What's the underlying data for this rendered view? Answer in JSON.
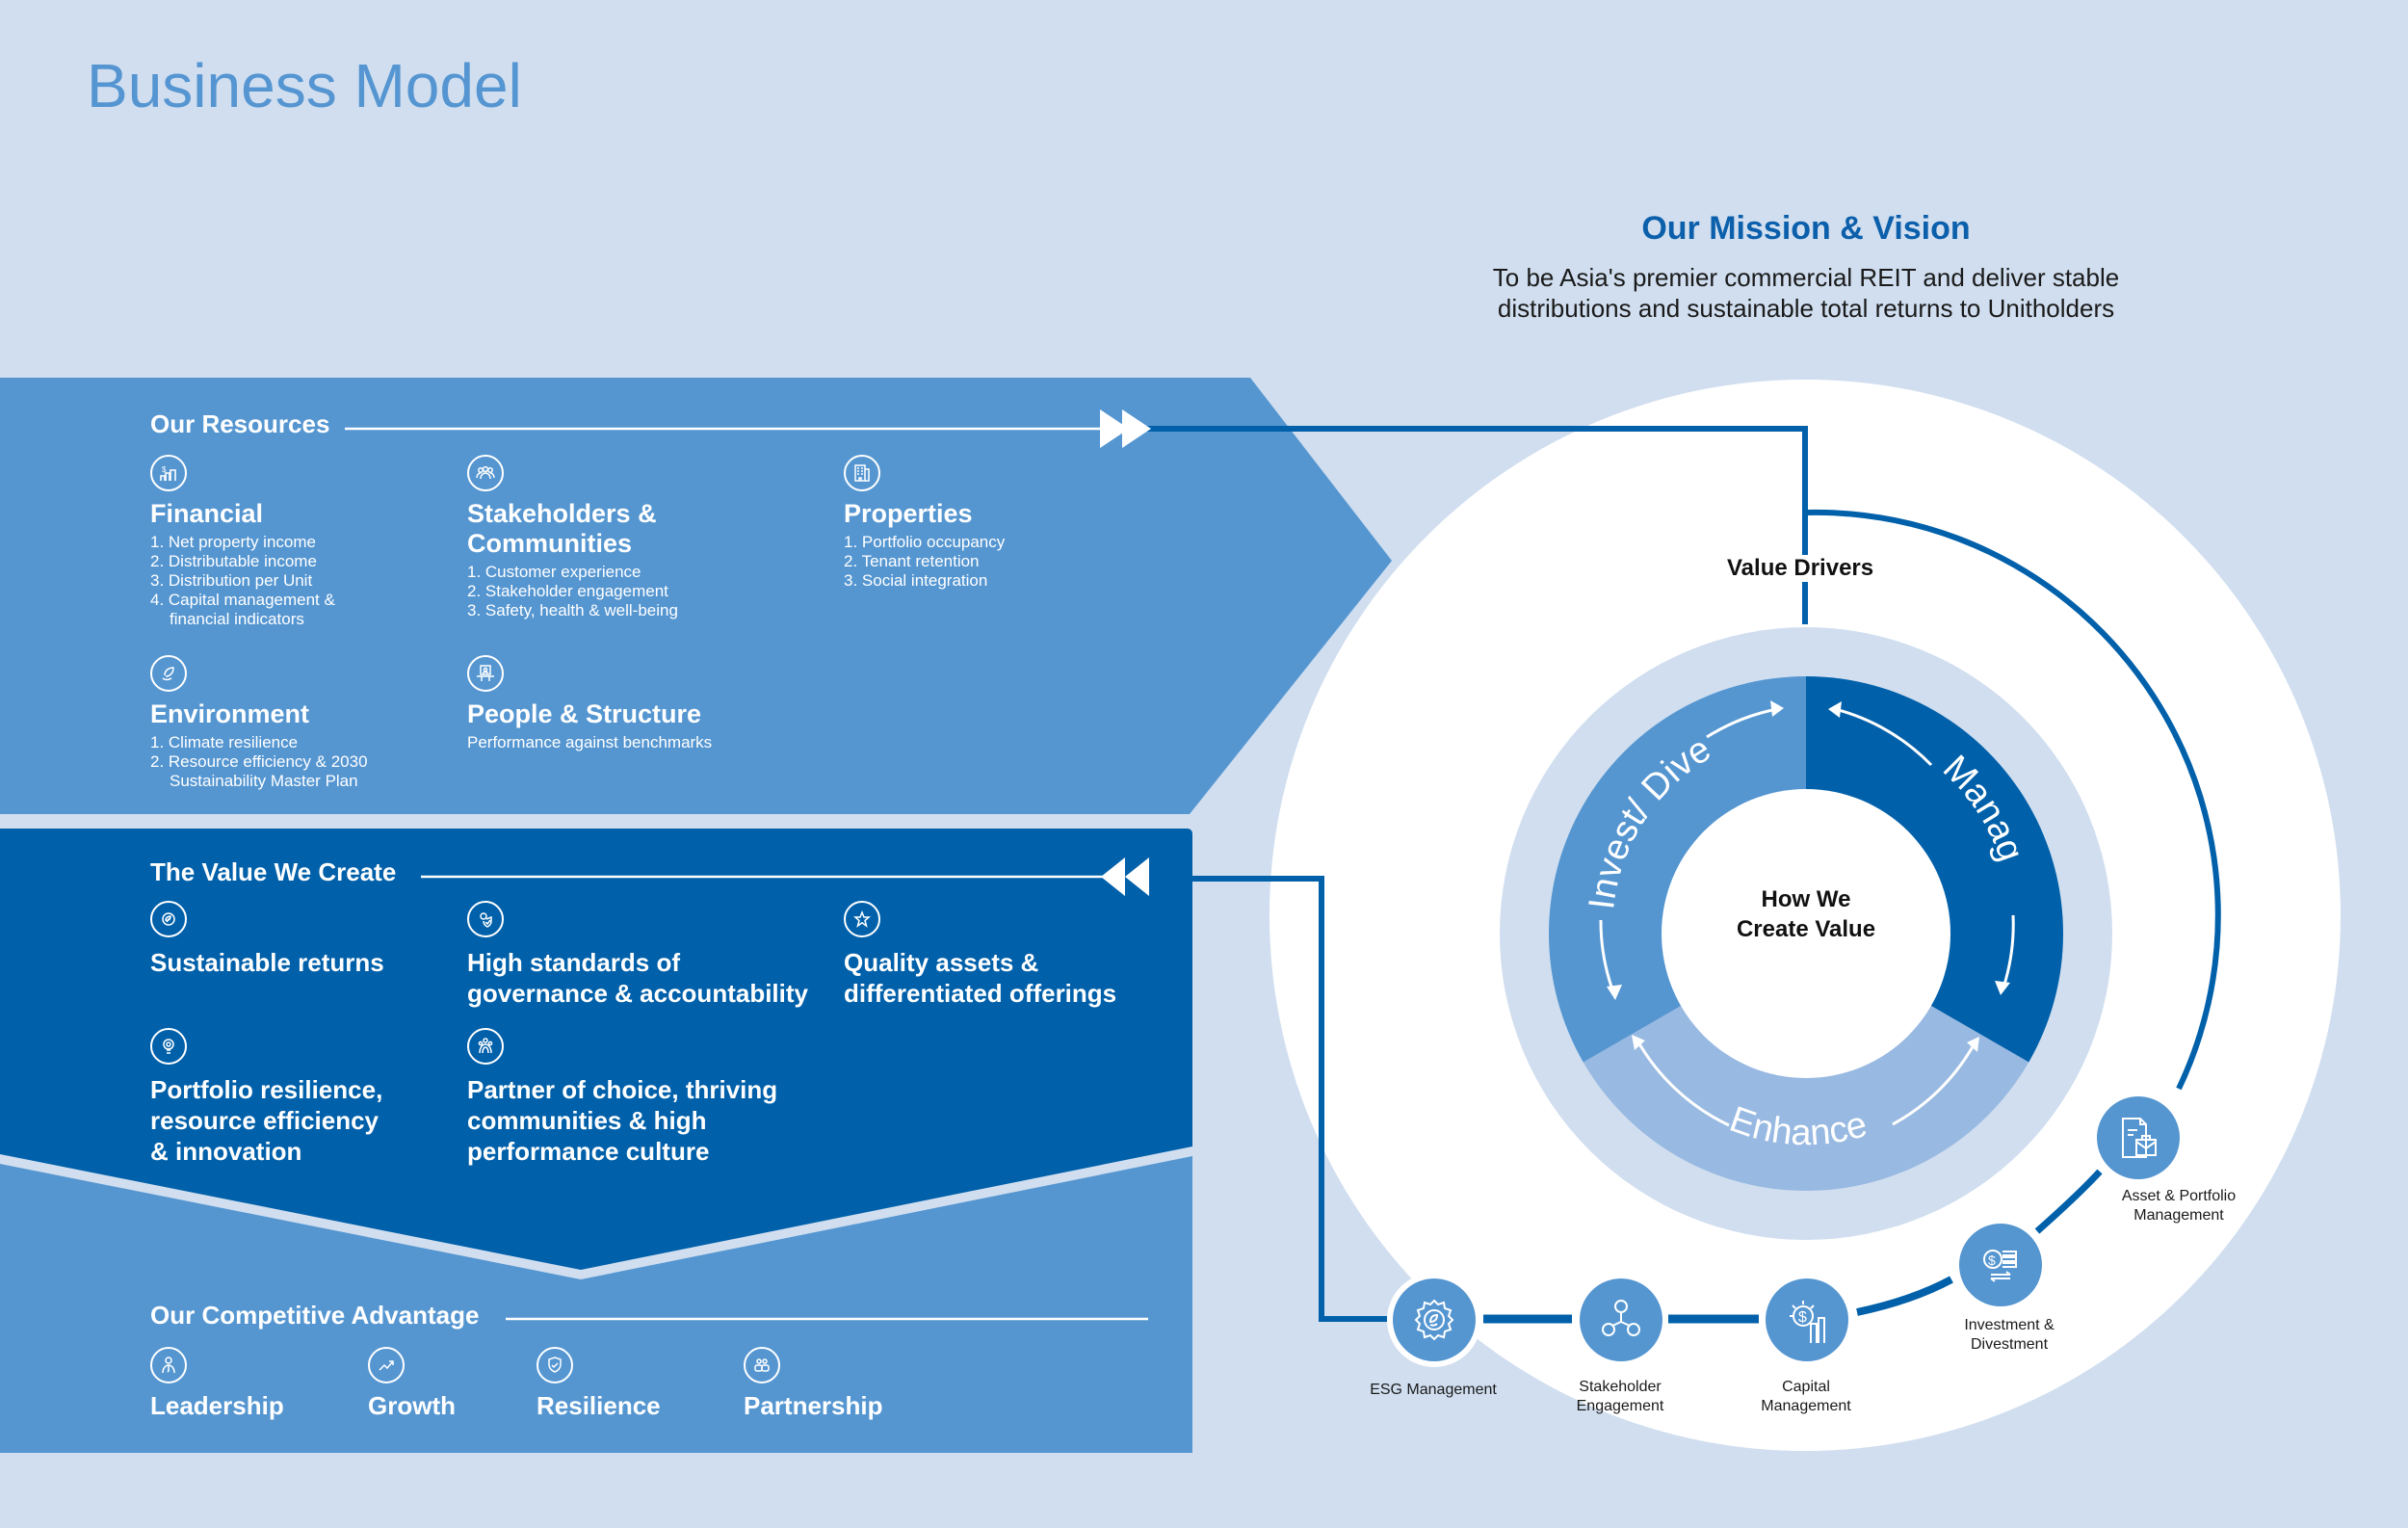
{
  "page": {
    "title": "Business Model"
  },
  "mission": {
    "title": "Our Mission & Vision",
    "text_line1": "To be Asia's premier commercial REIT and deliver stable",
    "text_line2": "distributions and sustainable total returns to Unitholders"
  },
  "colors": {
    "background": "#d0deef",
    "light_blue": "#5596d1",
    "dark_blue": "#0060aa",
    "pale_blue": "#98b9e1",
    "title_blue": "#5595d1"
  },
  "resources": {
    "heading": "Our Resources",
    "items": [
      {
        "icon": "financial-chart-dollar-icon",
        "title": "Financial",
        "list": [
          "1. Net property income",
          "2. Distributable income",
          "3. Distribution per Unit",
          "4. Capital management & financial indicators"
        ]
      },
      {
        "icon": "stakeholders-group-icon",
        "title_line1": "Stakeholders &",
        "title_line2": "Communities",
        "list": [
          "1. Customer experience",
          "2. Stakeholder engagement",
          "3. Safety, health & well-being"
        ]
      },
      {
        "icon": "building-icon",
        "title": "Properties",
        "list": [
          "1. Portfolio occupancy",
          "2. Tenant retention",
          "3. Social integration"
        ]
      },
      {
        "icon": "leaf-hand-icon",
        "title": "Environment",
        "list": [
          "1. Climate resilience",
          "2. Resource efficiency & 2030 Sustainability Master Plan"
        ]
      },
      {
        "icon": "people-presentation-icon",
        "title": "People & Structure",
        "text": "Performance against benchmarks"
      }
    ]
  },
  "value_created": {
    "heading": "The Value We Create",
    "items": [
      {
        "icon": "leaf-returns-icon",
        "line1": "Sustainable returns"
      },
      {
        "icon": "governance-shield-gear-icon",
        "line1": "High standards of",
        "line2": "governance & accountability"
      },
      {
        "icon": "star-icon",
        "line1": "Quality assets &",
        "line2": "differentiated offerings"
      },
      {
        "icon": "lightbulb-gear-icon",
        "line1": "Portfolio resilience,",
        "line2": "resource efficiency",
        "line3": "& innovation"
      },
      {
        "icon": "partners-arch-icon",
        "line1": "Partner of choice, thriving",
        "line2": "communities & high",
        "line3": "performance culture"
      }
    ]
  },
  "advantage": {
    "heading": "Our Competitive Advantage",
    "items": [
      {
        "icon": "leader-person-icon",
        "label": "Leadership"
      },
      {
        "icon": "growth-arrow-icon",
        "label": "Growth"
      },
      {
        "icon": "shield-check-icon",
        "label": "Resilience"
      },
      {
        "icon": "partnership-people-icon",
        "label": "Partnership"
      }
    ]
  },
  "value_drivers": {
    "label": "Value Drivers",
    "center_line1": "How We",
    "center_line2": "Create Value",
    "segments": [
      "Invest/ Divest",
      "Manage",
      "Enhance"
    ]
  },
  "nodes": [
    {
      "icon": "esg-gear-leaf-icon",
      "line1": "ESG Management",
      "line2": ""
    },
    {
      "icon": "stakeholder-network-icon",
      "line1": "Stakeholder",
      "line2": "Engagement"
    },
    {
      "icon": "capital-gear-dollar-icon",
      "line1": "Capital",
      "line2": "Management"
    },
    {
      "icon": "investment-coin-exchange-icon",
      "line1": "Investment &",
      "line2": "Divestment"
    },
    {
      "icon": "asset-document-briefcase-icon",
      "line1": "Asset & Portfolio",
      "line2": "Management"
    }
  ]
}
